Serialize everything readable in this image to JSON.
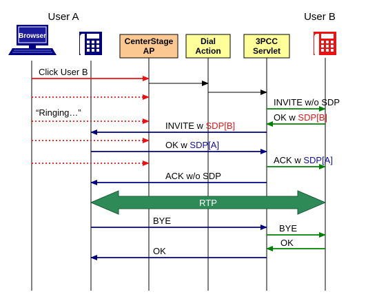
{
  "participants": {
    "user_a": {
      "title": "User A",
      "device_label": "Browser"
    },
    "user_b": {
      "title": "User B"
    },
    "centerstage": {
      "line1": "CenterStage",
      "line2": "AP"
    },
    "dial_action": {
      "line1": "Dial",
      "line2": "Action"
    },
    "servlet": {
      "line1": "3PCC",
      "line2": "Servlet"
    }
  },
  "messages": [
    {
      "id": "click_user_b",
      "text": "Click User B"
    },
    {
      "id": "invite_no_sdp",
      "text": "INVITE w/o SDP"
    },
    {
      "id": "ringing",
      "text": "“Ringing…”"
    },
    {
      "id": "ok_sdp_b",
      "text": "OK w ",
      "sdp": "SDP[B]"
    },
    {
      "id": "invite_sdp_b",
      "text": "INVITE w ",
      "sdp": "SDP[B]"
    },
    {
      "id": "ok_sdp_a",
      "text": "OK w ",
      "sdp": "SDP[A]"
    },
    {
      "id": "ack_sdp_a",
      "text": "ACK w ",
      "sdp": "SDP[A]"
    },
    {
      "id": "ack_no_sdp",
      "text": "ACK w/o SDP"
    },
    {
      "id": "rtp",
      "text": "RTP"
    },
    {
      "id": "bye_1",
      "text": "BYE"
    },
    {
      "id": "bye_2",
      "text": "BYE"
    },
    {
      "id": "ok_1",
      "text": "OK"
    },
    {
      "id": "ok_2",
      "text": "OK"
    }
  ],
  "colors": {
    "red": "#ee1111",
    "navy": "#000080",
    "green": "#008000",
    "sdp_red": "#e01818",
    "sdp_blue": "#1010a0",
    "rtp_fill": "#2e8b57",
    "box_orange": "#fac890",
    "box_yellow": "#ffff99"
  }
}
